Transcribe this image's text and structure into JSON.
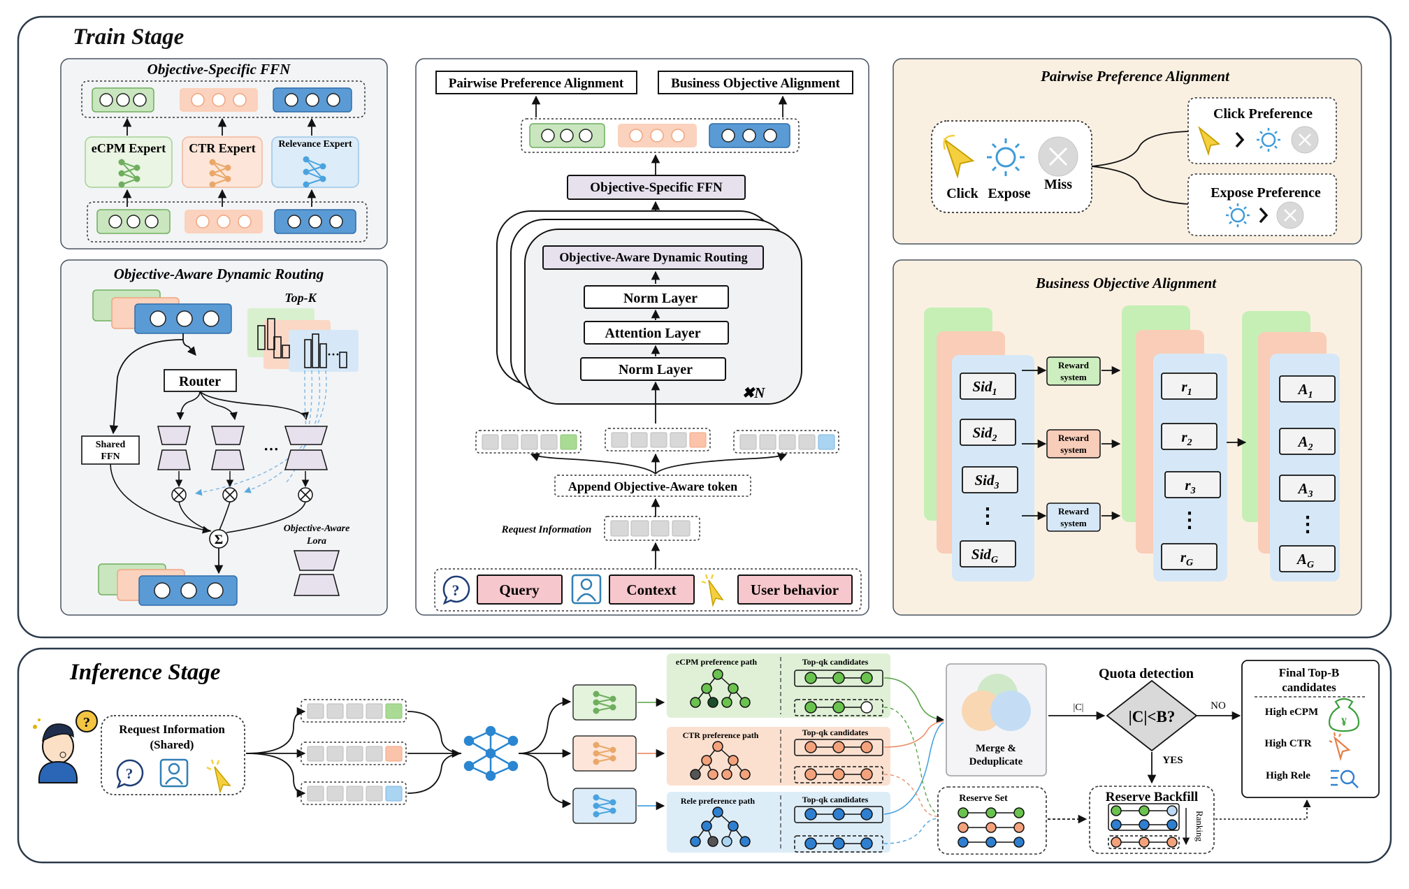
{
  "train": {
    "title": "Train Stage",
    "ffn_panel": {
      "title": "Objective-Specific FFN",
      "experts": [
        "eCPM Expert",
        "CTR Expert",
        "Relevance Expert"
      ]
    },
    "routing_panel": {
      "title": "Objective-Aware Dynamic Routing",
      "topk": "Top-K",
      "router": "Router",
      "shared": [
        "Shared",
        "FFN"
      ],
      "dots": "···",
      "lora": [
        "Objective-Aware",
        "Lora"
      ],
      "sigma": "Σ",
      "times": "⊗"
    },
    "center": {
      "out_left": "Pairwise Preference Alignment",
      "out_right": "Business Objective Alignment",
      "ffn": "Objective-Specific FFN",
      "routing": "Objective-Aware Dynamic Routing",
      "norm_top": "Norm Layer",
      "attention": "Attention Layer",
      "norm_bottom": "Norm Layer",
      "n_label": "✖N",
      "append": "Append Objective-Aware token",
      "request": "Request  Information",
      "inputs": [
        "Query",
        "Context",
        "User behavior"
      ]
    },
    "ppa": {
      "title": "Pairwise Preference Alignment",
      "click": "Click",
      "expose": "Expose",
      "miss": "Miss",
      "click_pref": "Click Preference",
      "expose_pref": "Expose Preference"
    },
    "boa": {
      "title": "Business Objective Alignment",
      "sids": [
        "Sid",
        "Sid",
        "Sid",
        "Sid"
      ],
      "sid_subs": [
        "1",
        "2",
        "3",
        "G"
      ],
      "rs": [
        "r",
        "r",
        "r",
        "r"
      ],
      "r_subs": [
        "1",
        "2",
        "3",
        "G"
      ],
      "as": [
        "A",
        "A",
        "A",
        "A"
      ],
      "a_subs": [
        "1",
        "2",
        "3",
        "G"
      ],
      "reward": [
        "Reward",
        "system"
      ],
      "vdots": "⋮"
    }
  },
  "inference": {
    "title": "Inference Stage",
    "request": [
      "Request Information",
      "(Shared)"
    ],
    "question": "?",
    "paths": [
      {
        "label": "eCPM preference path",
        "cand": "Top-qk candidates"
      },
      {
        "label": "CTR preference path",
        "cand": "Top-qk candidates"
      },
      {
        "label": "Rele preference path",
        "cand": "Top-qk candidates"
      }
    ],
    "merge": [
      "Merge &",
      "Deduplicate"
    ],
    "quota": "Quota detection",
    "c_label": "|C|",
    "cond": "|C|<B?",
    "no": "NO",
    "yes": "YES",
    "reserve_set": "Reserve Set",
    "backfill": "Reserve Backfill",
    "ranking": "Ranking",
    "final_title": [
      "Final Top-B",
      "candidates"
    ],
    "final_items": [
      "High eCPM",
      "High CTR",
      "High Rele"
    ],
    "yen": "¥"
  },
  "colors": {
    "green": "#c9e6bf",
    "green_dark": "#6fae5e",
    "orange": "#f7cbb4",
    "orange_dark": "#e9916c",
    "blue": "#5b9bd5",
    "blue_light": "#d6e8f7",
    "pink": "#f6c7cc",
    "beige": "#faf0e2",
    "lavender": "#e7e1ee"
  }
}
